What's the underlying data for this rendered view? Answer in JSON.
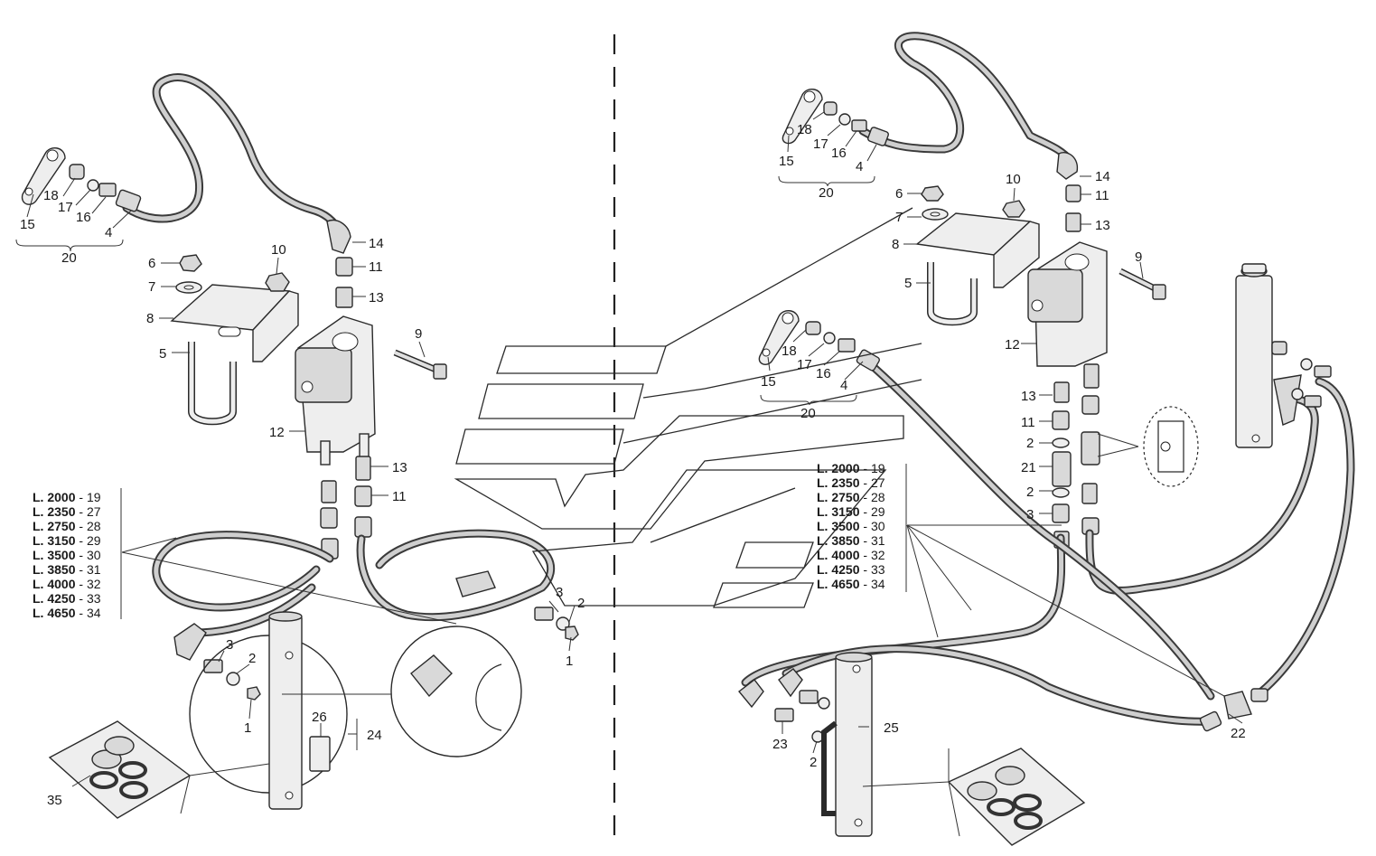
{
  "labels_left": [
    {
      "id": "l15",
      "text": "15"
    },
    {
      "id": "l18",
      "text": "18"
    },
    {
      "id": "l17",
      "text": "17"
    },
    {
      "id": "l16",
      "text": "16"
    },
    {
      "id": "l4",
      "text": "4"
    },
    {
      "id": "l20",
      "text": "20"
    },
    {
      "id": "l6",
      "text": "6"
    },
    {
      "id": "l7",
      "text": "7"
    },
    {
      "id": "l8",
      "text": "8"
    },
    {
      "id": "l5",
      "text": "5"
    },
    {
      "id": "l10",
      "text": "10"
    },
    {
      "id": "l14",
      "text": "14"
    },
    {
      "id": "l11a",
      "text": "11"
    },
    {
      "id": "l13a",
      "text": "13"
    },
    {
      "id": "l9",
      "text": "9"
    },
    {
      "id": "l12",
      "text": "12"
    },
    {
      "id": "l13b",
      "text": "13"
    },
    {
      "id": "l11b",
      "text": "11"
    },
    {
      "id": "l3a",
      "text": "3"
    },
    {
      "id": "l2a",
      "text": "2"
    },
    {
      "id": "l1a",
      "text": "1"
    },
    {
      "id": "l3b",
      "text": "3"
    },
    {
      "id": "l2b",
      "text": "2"
    },
    {
      "id": "l1b",
      "text": "1"
    },
    {
      "id": "l26",
      "text": "26"
    },
    {
      "id": "l24",
      "text": "24"
    },
    {
      "id": "l35",
      "text": "35"
    }
  ],
  "labels_right": [
    {
      "id": "r18",
      "text": "18"
    },
    {
      "id": "r17",
      "text": "17"
    },
    {
      "id": "r16",
      "text": "16"
    },
    {
      "id": "r15",
      "text": "15"
    },
    {
      "id": "r4",
      "text": "4"
    },
    {
      "id": "r20",
      "text": "20"
    },
    {
      "id": "r6",
      "text": "6"
    },
    {
      "id": "r7",
      "text": "7"
    },
    {
      "id": "r8",
      "text": "8"
    },
    {
      "id": "r5",
      "text": "5"
    },
    {
      "id": "r10",
      "text": "10"
    },
    {
      "id": "r14",
      "text": "14"
    },
    {
      "id": "r11a",
      "text": "11"
    },
    {
      "id": "r13a",
      "text": "13"
    },
    {
      "id": "r9",
      "text": "9"
    },
    {
      "id": "r12",
      "text": "12"
    },
    {
      "id": "r13b",
      "text": "13"
    },
    {
      "id": "r11b",
      "text": "11"
    },
    {
      "id": "r2a",
      "text": "2"
    },
    {
      "id": "r21",
      "text": "21"
    },
    {
      "id": "r2b",
      "text": "2"
    },
    {
      "id": "r3",
      "text": "3"
    },
    {
      "id": "m18",
      "text": "18"
    },
    {
      "id": "m17",
      "text": "17"
    },
    {
      "id": "m16",
      "text": "16"
    },
    {
      "id": "m15",
      "text": "15"
    },
    {
      "id": "m4",
      "text": "4"
    },
    {
      "id": "m20",
      "text": "20"
    },
    {
      "id": "r25",
      "text": "25"
    },
    {
      "id": "r23",
      "text": "23"
    },
    {
      "id": "r2c",
      "text": "2"
    },
    {
      "id": "r22",
      "text": "22"
    }
  ],
  "legend_left": [
    {
      "len": "L. 2000",
      "sep": " - ",
      "num": "19"
    },
    {
      "len": "L. 2350",
      "sep": " - ",
      "num": "27"
    },
    {
      "len": "L. 2750",
      "sep": " - ",
      "num": "28"
    },
    {
      "len": "L. 3150",
      "sep": " - ",
      "num": "29"
    },
    {
      "len": "L. 3500",
      "sep": " - ",
      "num": "30"
    },
    {
      "len": "L. 3850",
      "sep": " - ",
      "num": "31"
    },
    {
      "len": "L. 4000",
      "sep": " - ",
      "num": "32"
    },
    {
      "len": "L. 4250",
      "sep": " - ",
      "num": "33"
    },
    {
      "len": "L. 4650",
      "sep": " - ",
      "num": "34"
    }
  ],
  "legend_right": [
    {
      "len": "L. 2000",
      "sep": " - ",
      "num": "19"
    },
    {
      "len": "L. 2350",
      "sep": " - ",
      "num": "27"
    },
    {
      "len": "L. 2750",
      "sep": " - ",
      "num": "28"
    },
    {
      "len": "L. 3150",
      "sep": " - ",
      "num": "29"
    },
    {
      "len": "L. 3500",
      "sep": " - ",
      "num": "30"
    },
    {
      "len": "L. 3850",
      "sep": " - ",
      "num": "31"
    },
    {
      "len": "L. 4000",
      "sep": " - ",
      "num": "32"
    },
    {
      "len": "L. 4250",
      "sep": " - ",
      "num": "33"
    },
    {
      "len": "L. 4650",
      "sep": " - ",
      "num": "34"
    }
  ],
  "colors": {
    "ink": "#1a1a1a",
    "hose_outer": "#3a3a3a",
    "hose_inner": "#cfcfcf",
    "part_fill": "#d9d9d9"
  }
}
